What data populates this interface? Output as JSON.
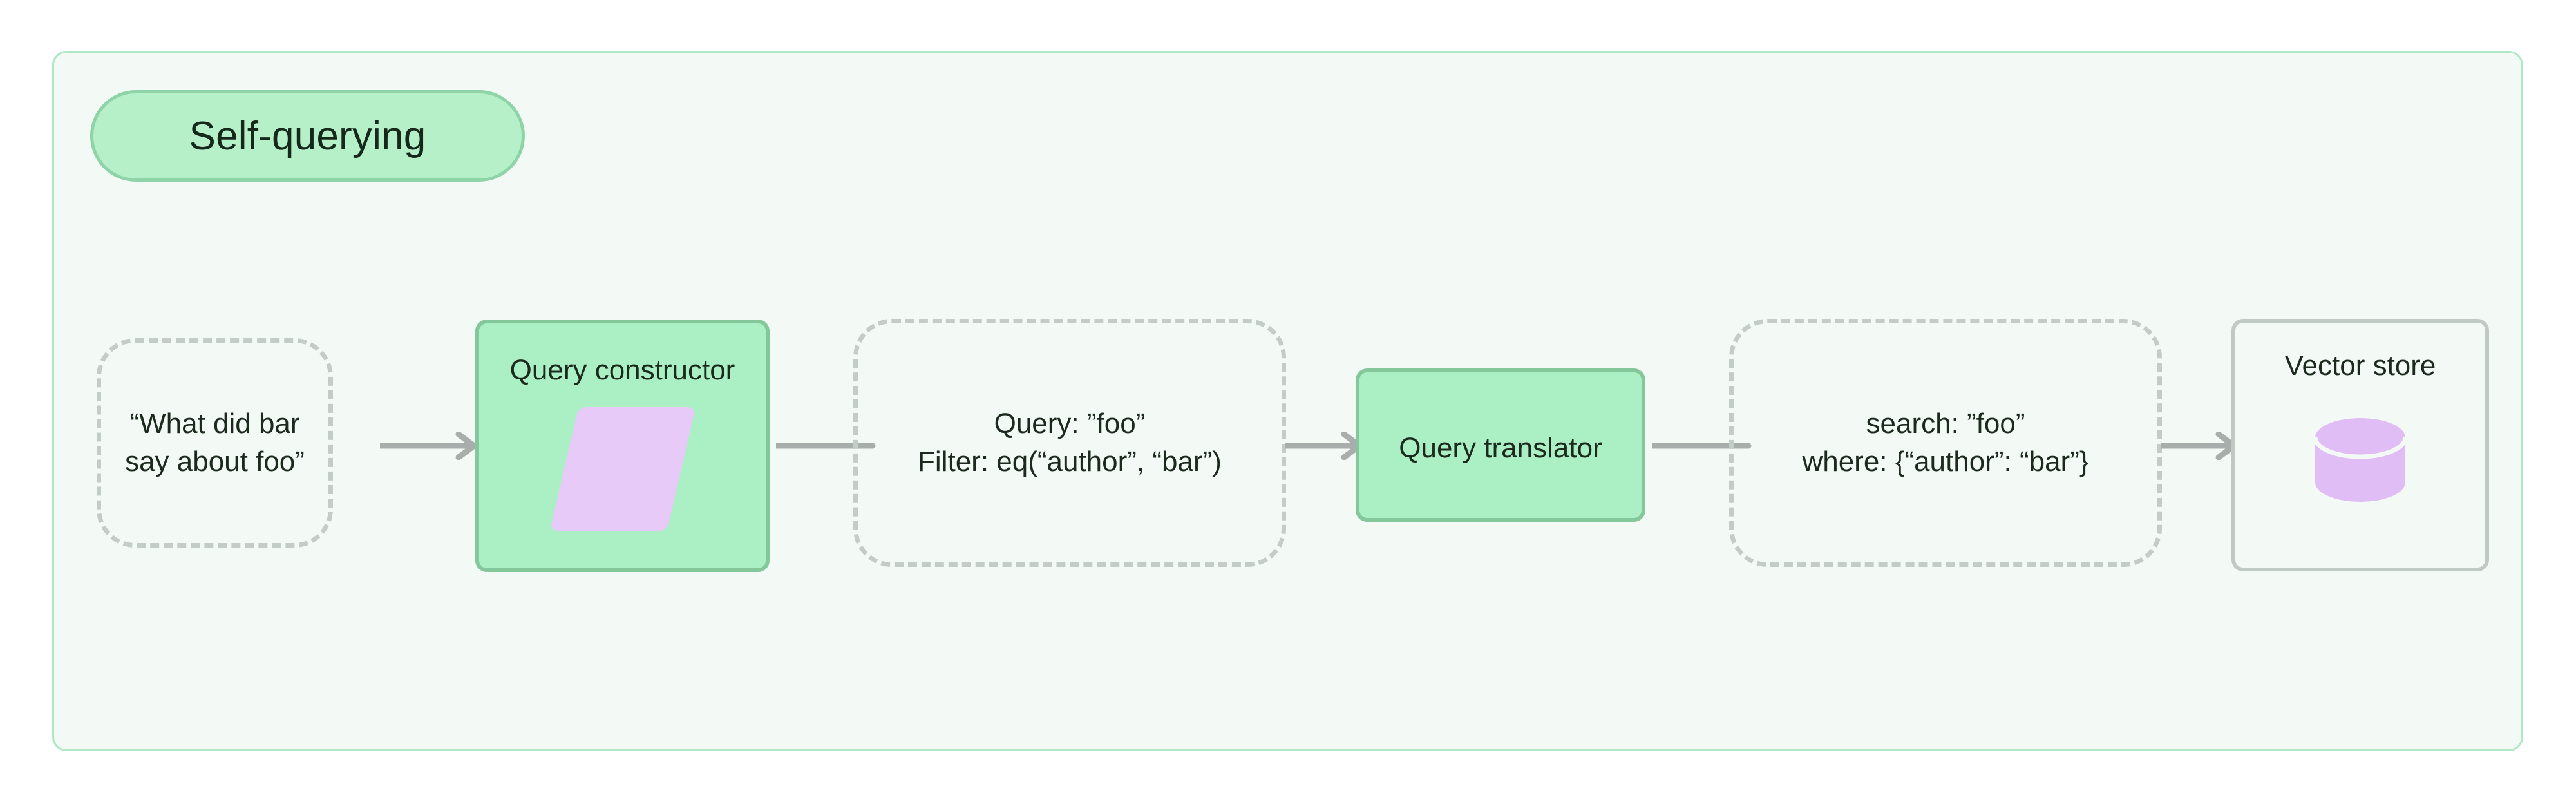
{
  "diagram": {
    "type": "flow",
    "title": "Self-querying",
    "container_bg": "#f3faf5",
    "container_border": "#aee8c4",
    "accent_green": "#abefc4",
    "accent_green_border": "#83c79b",
    "accent_purple": "#e7caf8",
    "dashed_border": "#c3ccc6",
    "store_border": "#c1c9c4",
    "text_color": "#1b2a1d",
    "arrow_color": "#a8aeab"
  },
  "nodes": {
    "user_question": {
      "kind": "dashed-payload",
      "text": "“What did bar\nsay about foo”"
    },
    "query_constructor": {
      "kind": "process",
      "label": "Query constructor",
      "icon": "parallelogram-icon"
    },
    "structured_query": {
      "kind": "dashed-payload",
      "text": "Query: ”foo”\nFilter: eq(“author”, “bar”)"
    },
    "query_translator": {
      "kind": "process",
      "label": "Query translator"
    },
    "native_query": {
      "kind": "dashed-payload",
      "text": "search: ”foo”\nwhere: {“author”: “bar”}"
    },
    "vector_store": {
      "kind": "store",
      "label": "Vector store",
      "icon": "database-cylinder-icon"
    }
  },
  "edges": [
    {
      "from": "user_question",
      "to": "query_constructor"
    },
    {
      "from": "query_constructor",
      "to": "structured_query"
    },
    {
      "from": "structured_query",
      "to": "query_translator"
    },
    {
      "from": "query_translator",
      "to": "native_query"
    },
    {
      "from": "native_query",
      "to": "vector_store"
    }
  ]
}
